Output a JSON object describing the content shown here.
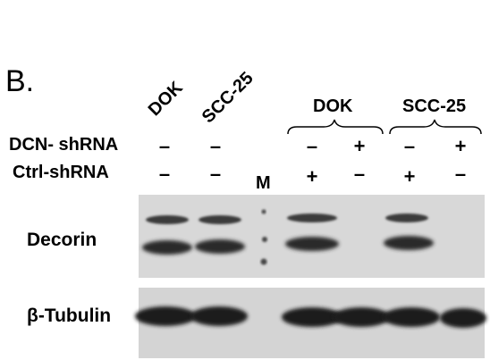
{
  "panel_label": "B.",
  "top_lane_labels": [
    "DOK",
    "SCC-25"
  ],
  "group_labels": [
    "DOK",
    "SCC-25"
  ],
  "rows": [
    {
      "label": "DCN- shRNA",
      "signs": [
        "–",
        "–",
        "–",
        "+",
        "–",
        "+"
      ]
    },
    {
      "label": "Ctrl-shRNA",
      "signs": [
        "–",
        "–",
        "+",
        "–",
        "+",
        "–"
      ]
    }
  ],
  "marker_label": "M",
  "blots": [
    {
      "label": "Decorin"
    },
    {
      "label": "β-Tubulin"
    }
  ]
}
